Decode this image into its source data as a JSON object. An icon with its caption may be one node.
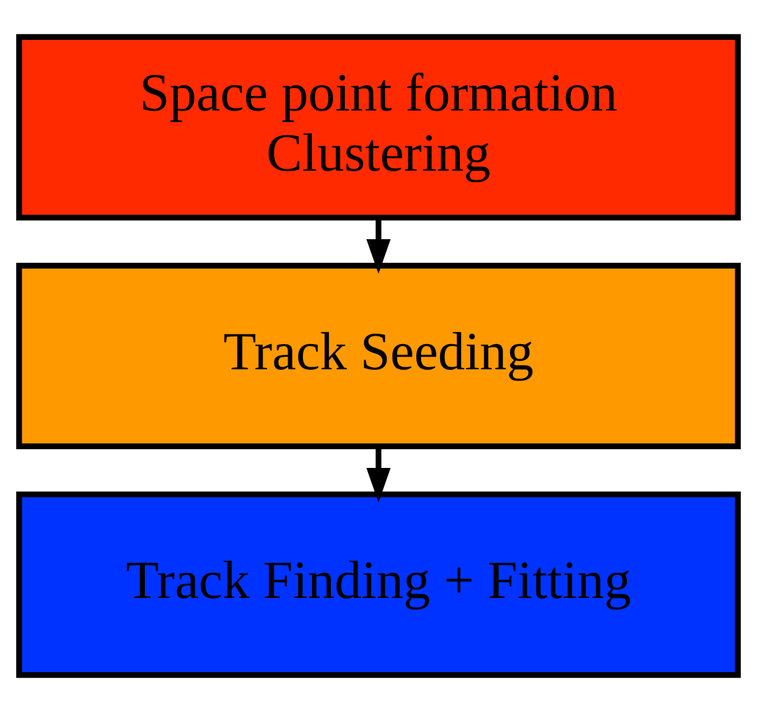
{
  "diagram": {
    "nodes": [
      {
        "text": [
          "Space point formation",
          "Clustering"
        ]
      },
      {
        "text": [
          "Track Seeding"
        ]
      },
      {
        "text": [
          "Track Finding + Fitting"
        ]
      }
    ],
    "edges": [
      {
        "from": 0,
        "to": 1,
        "arrow": "to"
      },
      {
        "from": 1,
        "to": 2,
        "arrow": "to"
      }
    ]
  }
}
